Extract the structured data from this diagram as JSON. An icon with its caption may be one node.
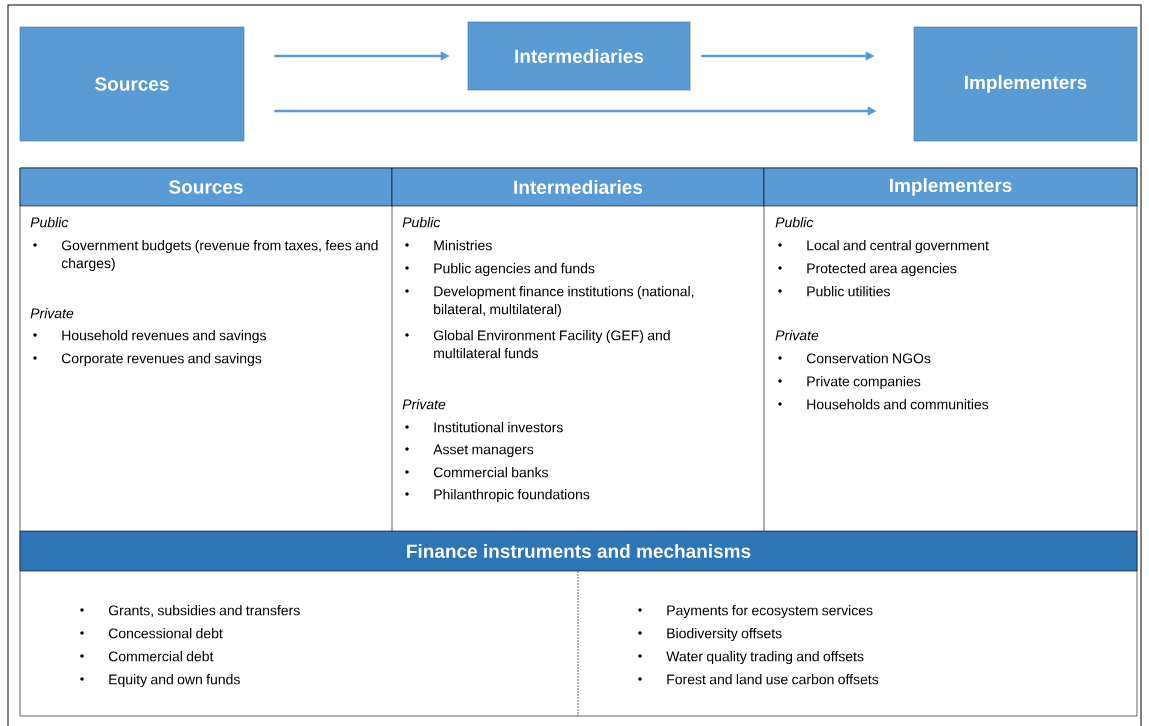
{
  "diagram": {
    "nodes": [
      {
        "text": [
          "Sources"
        ]
      },
      {
        "text": [
          "Intermediaries"
        ]
      },
      {
        "text": [
          "Implementers"
        ]
      }
    ],
    "edges": [
      {
        "from": 0,
        "to": 1,
        "arrow": "to"
      },
      {
        "from": 1,
        "to": 2,
        "arrow": "to"
      },
      {
        "from": 0,
        "to": 2,
        "arrow": "to"
      }
    ],
    "labels": [
      "Sources",
      "Intermediaries",
      "Implementers",
      "Public",
      "Government budgets (revenue from taxes, fees and charges)",
      "Private",
      "Household revenues and savings",
      "Corporate revenues and savings",
      "Public",
      "Ministries",
      "Public agencies and funds",
      "Development finance institutions (national, bilateral, multilateral)",
      "Global Environment Facility (GEF) and multilateral funds",
      "Private",
      "Institutional investors",
      "Asset managers",
      "Commercial banks",
      "Philanthropic foundations",
      "Public",
      "Local and central government",
      "Protected area agencies",
      "Public utilities",
      "Private",
      "Conservation NGOs",
      "Private companies",
      "Households and communities",
      "Finance instruments and mechanisms",
      "Grants, subsidies and transfers",
      "Concessional debt",
      "Commercial debt",
      "Equity and own funds",
      "Payments for ecosystem services",
      "Biodiversity offsets",
      "Water quality trading and offsets",
      "Forest and land use carbon offsets"
    ]
  }
}
